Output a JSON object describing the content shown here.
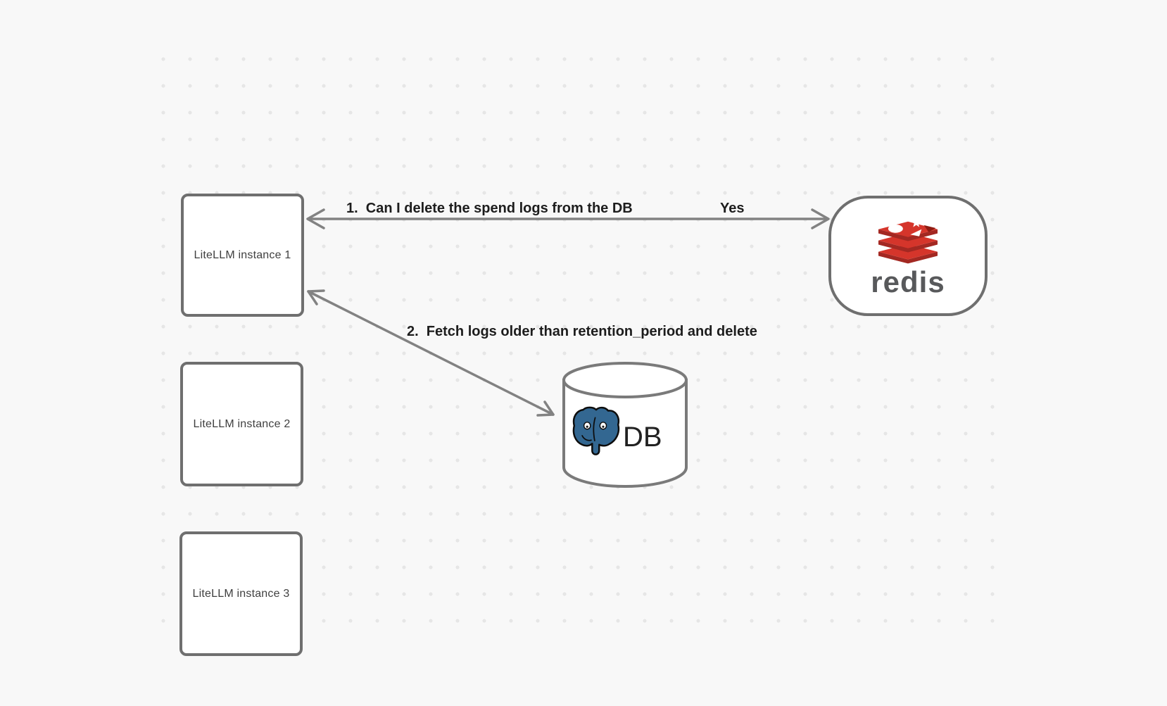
{
  "nodes": {
    "instance1": {
      "label": "LiteLLM instance 1"
    },
    "instance2": {
      "label": "LiteLLM instance 2"
    },
    "instance3": {
      "label": "LiteLLM instance 3"
    },
    "redis": {
      "wordmark": "redis",
      "icon": "redis-logo-icon"
    },
    "database": {
      "label": "DB",
      "icon": "postgresql-logo-icon",
      "shape": "cylinder"
    }
  },
  "edges": {
    "spend_logs_question": {
      "label": "1.  Can I delete the spend logs from the DB",
      "response": "Yes",
      "from": "redis",
      "to": "instance1",
      "style": "double-headed-arrow"
    },
    "fetch_and_delete": {
      "label": "2.  Fetch logs older than retention_period and delete",
      "from": "instance1",
      "to": "database",
      "style": "double-headed-arrow"
    }
  },
  "colors": {
    "background": "#f8f8f8",
    "grid_dot": "#e6e6e6",
    "node_fill": "#ffffff",
    "node_border": "#6f6f6f",
    "arrow": "#828282",
    "edge_label_text": "#1d1d1d",
    "node_label_text": "#3f3f3f",
    "redis_red": "#d5352b",
    "redis_dark_red": "#a32822",
    "redis_notch_red": "#8f1c12",
    "redis_wordmark_gray": "#58595b",
    "postgres_blue": "#336791",
    "db_label_text": "#212121"
  }
}
